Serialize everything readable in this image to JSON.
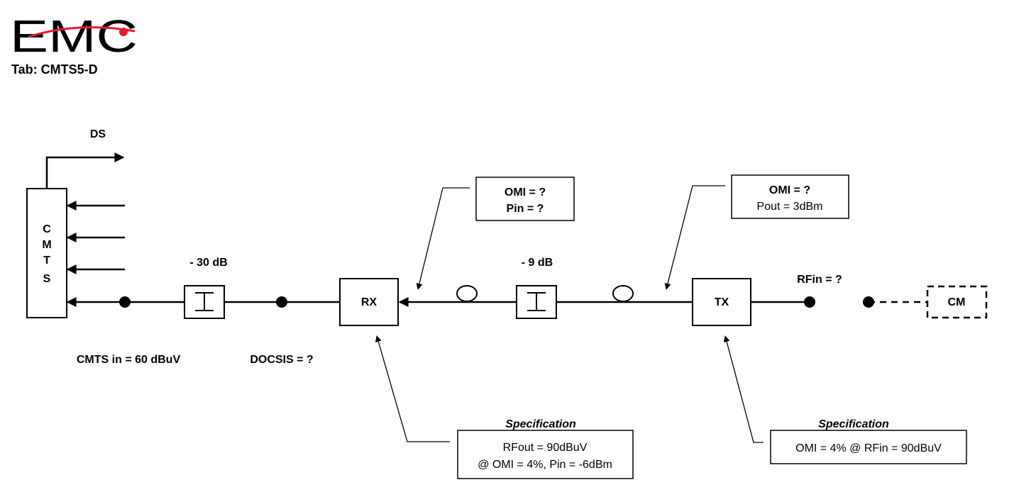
{
  "header": {
    "logo_text": "EMC",
    "tab_label": "Tab: CMTS5-D"
  },
  "colors": {
    "logo_red": "#e8192c",
    "ink": "#000000"
  },
  "diagram": {
    "ds_label": "DS",
    "cmts_letters": [
      "C",
      "M",
      "T",
      "S"
    ],
    "attenuator_1": "- 30 dB",
    "attenuator_2": "- 9 dB",
    "rx_label": "RX",
    "tx_label": "TX",
    "cm_label": "CM",
    "rfin_label": "RFin = ?",
    "cmts_in_label": "CMTS in = 60 dBuV",
    "docsis_label": "DOCSIS = ?",
    "rx_callout": {
      "line1": "OMI = ?",
      "line2": "Pin = ?"
    },
    "tx_callout": {
      "line1": "OMI = ?",
      "line2": "Pout = 3dBm"
    },
    "rx_spec": {
      "title": "Specification",
      "line1": "RFout = 90dBuV",
      "line2": "@ OMI = 4%, Pin = -6dBm"
    },
    "tx_spec": {
      "title": "Specification",
      "line1": "OMI = 4% @ RFin = 90dBuV"
    }
  }
}
